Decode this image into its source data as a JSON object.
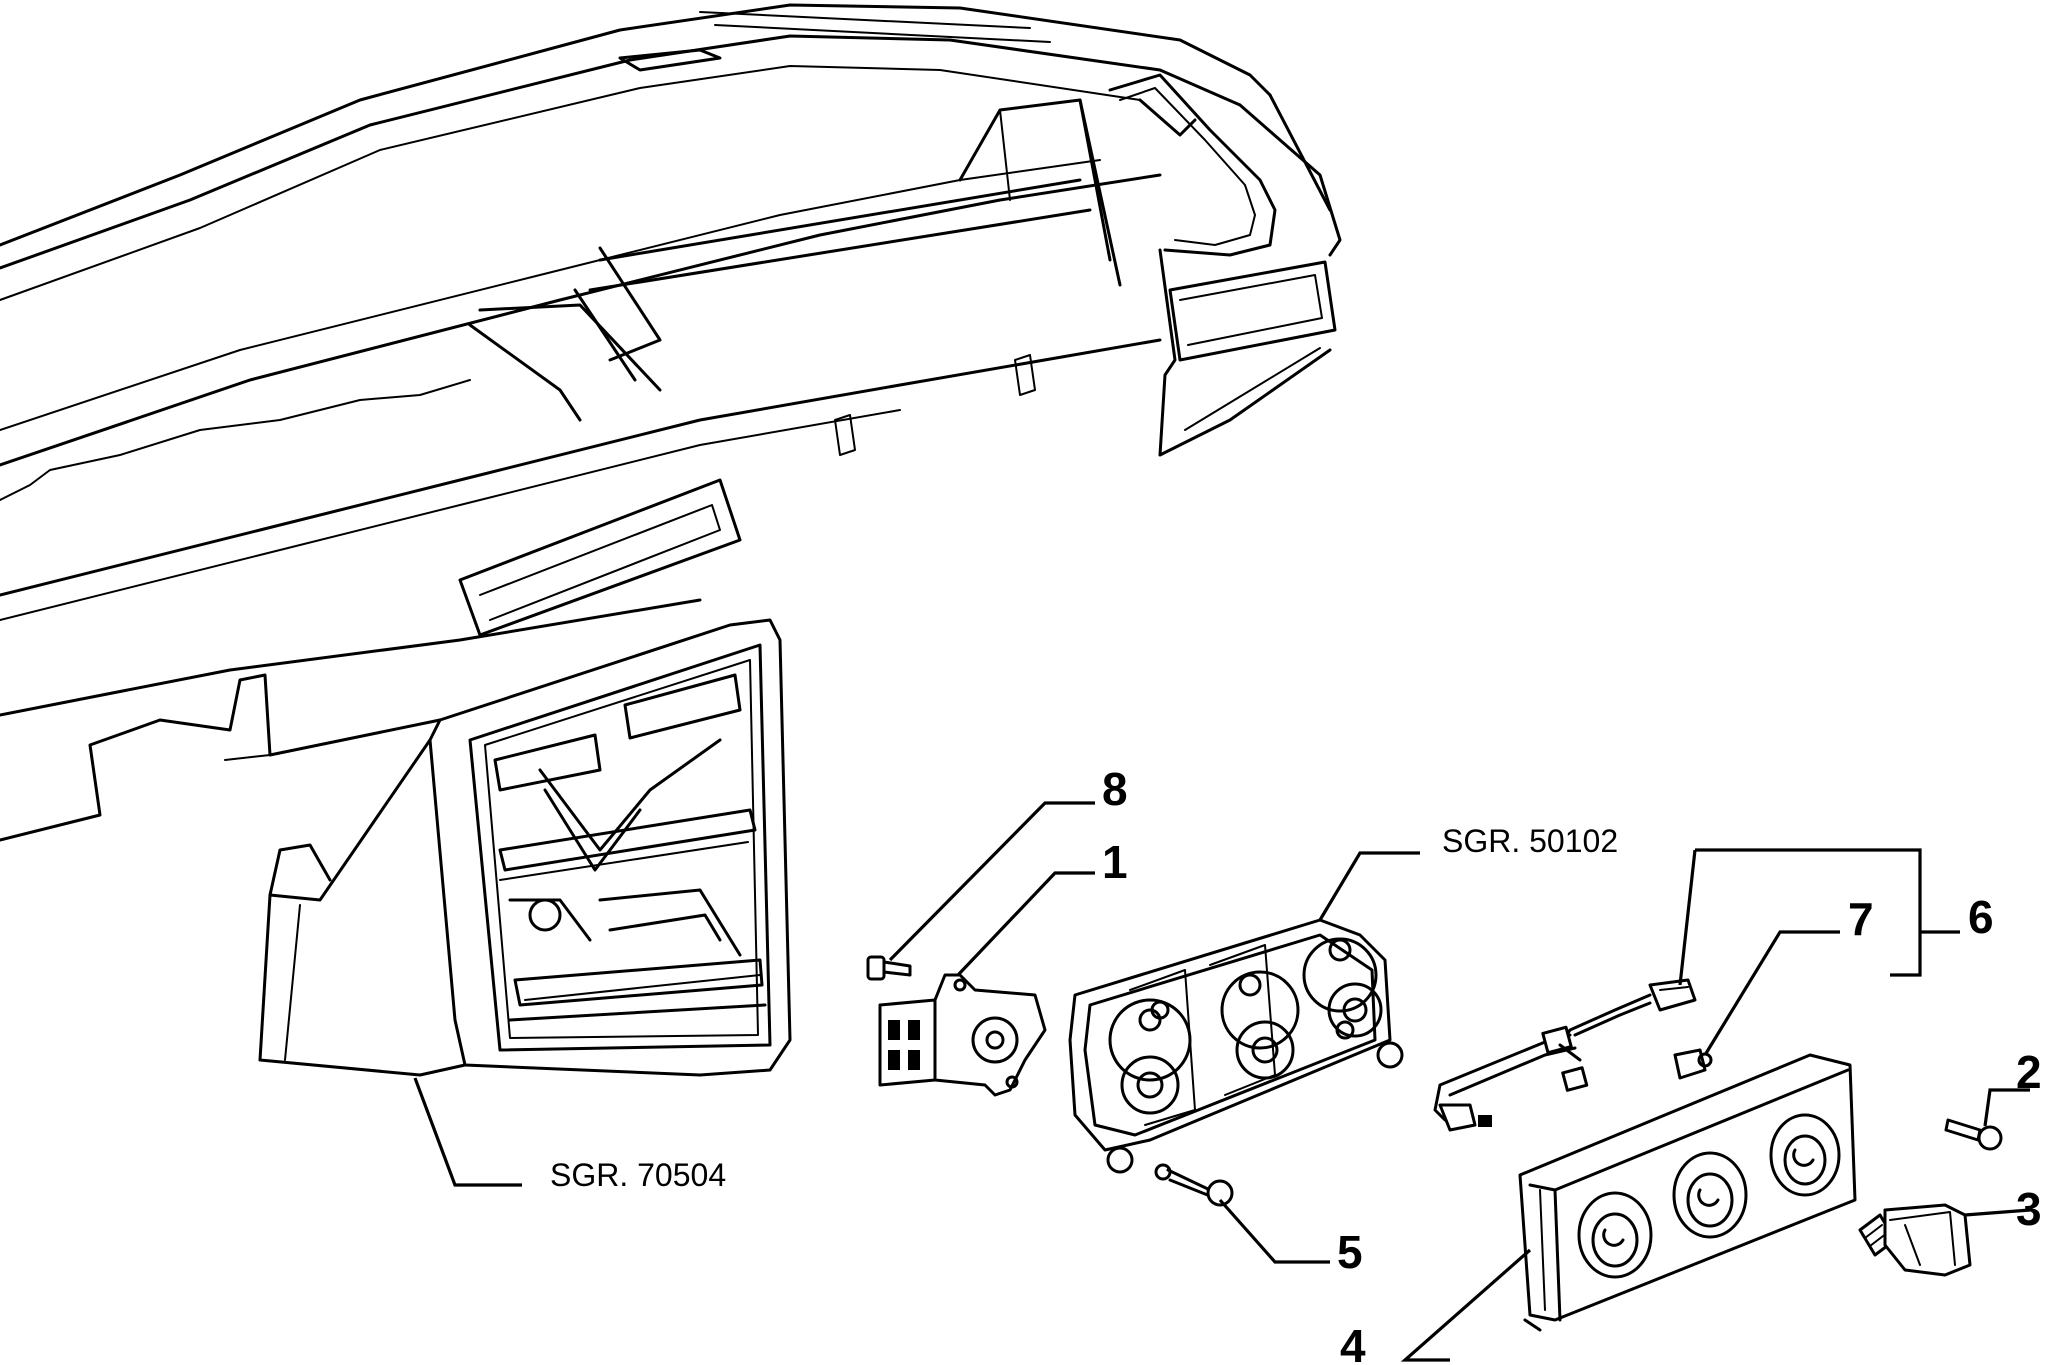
{
  "callouts": {
    "c1": "1",
    "c2": "2",
    "c3": "3",
    "c4": "4",
    "c5": "5",
    "c6": "6",
    "c7": "7",
    "c8": "8"
  },
  "references": {
    "heater_panel": "SGR. 50102",
    "console_frame": "SGR. 70504"
  }
}
